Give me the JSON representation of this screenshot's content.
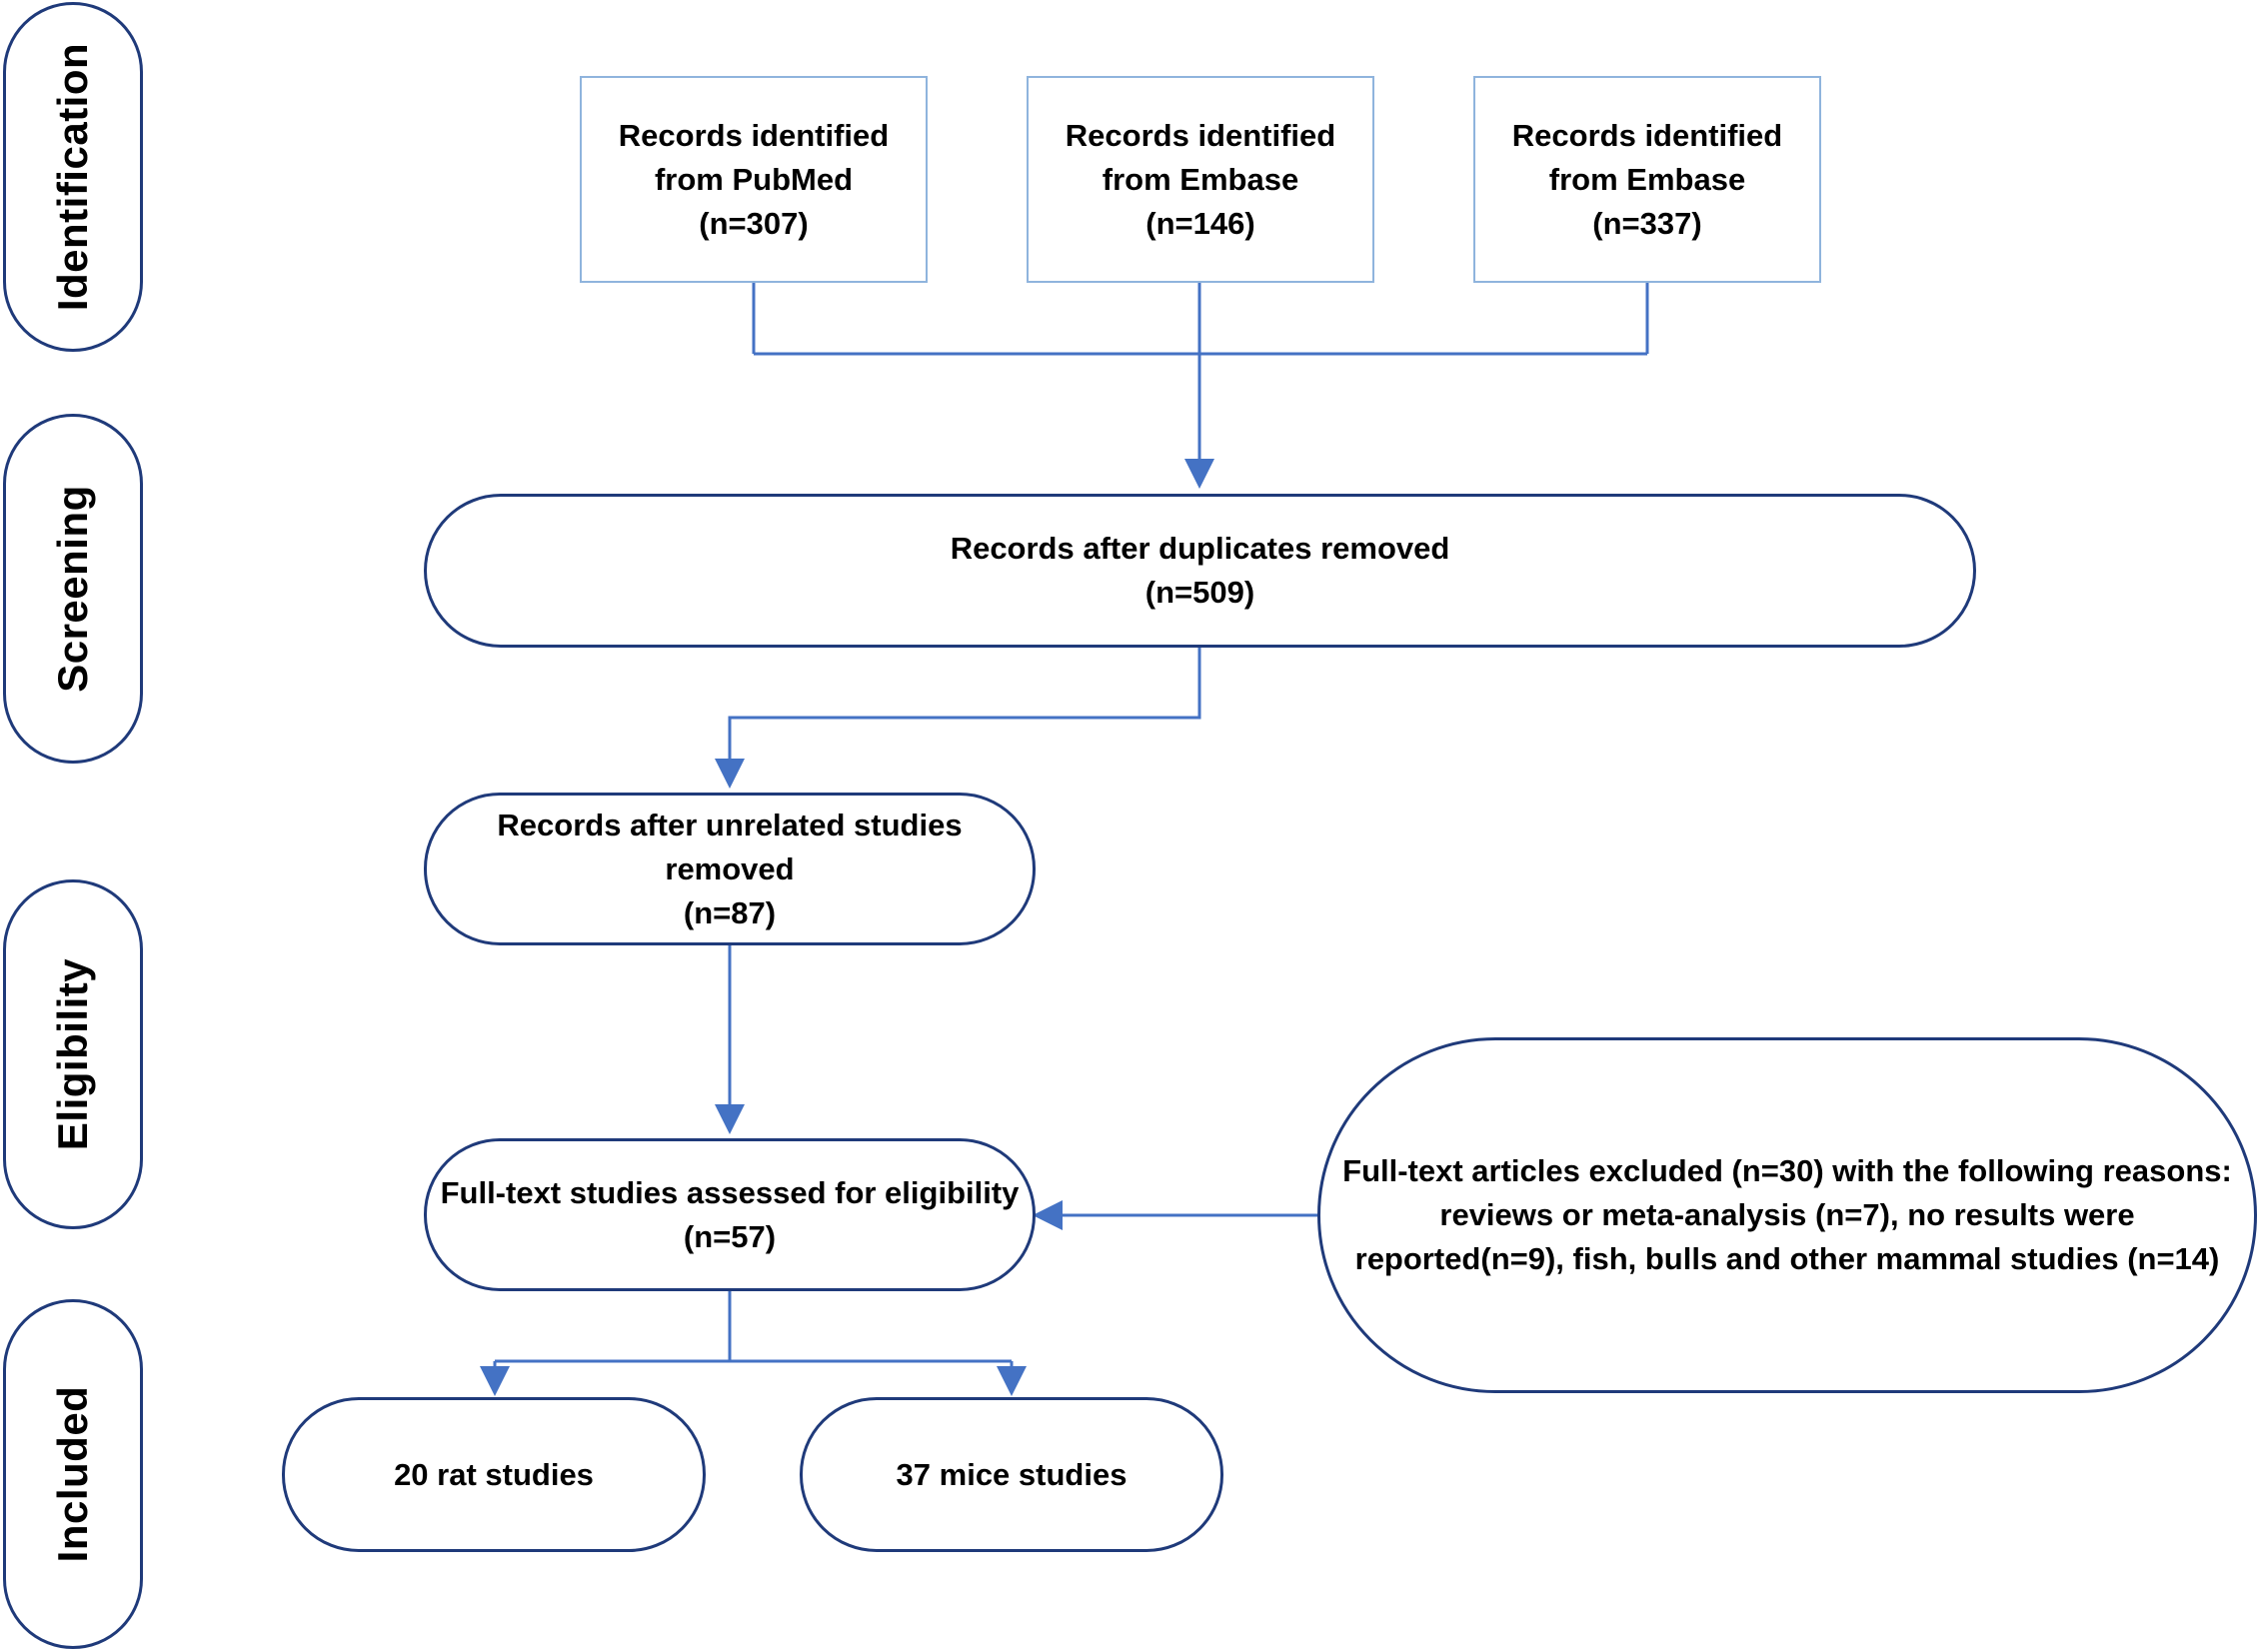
{
  "stages": [
    {
      "id": "identification",
      "label": "Identification"
    },
    {
      "id": "screening",
      "label": "Screening"
    },
    {
      "id": "eligibility",
      "label": "Eligibility"
    },
    {
      "id": "included",
      "label": "Included"
    }
  ],
  "sources": [
    {
      "line1": "Records identified",
      "line2": "from PubMed",
      "count": "(n=307)"
    },
    {
      "line1": "Records identified",
      "line2": "from Embase",
      "count": "(n=146)"
    },
    {
      "line1": "Records identified",
      "line2": "from Embase",
      "count": "(n=337)"
    }
  ],
  "duplicates_removed": {
    "line1": "Records after duplicates removed",
    "count": "(n=509)"
  },
  "unrelated_removed": {
    "line1": "Records after unrelated studies",
    "line2": "removed",
    "count": "(n=87)"
  },
  "full_text_assessed": {
    "line1": "Full-text studies assessed for eligibility",
    "count": "(n=57)"
  },
  "excluded": {
    "line1": "Full-text articles excluded (n=30) with the following reasons:",
    "line2": "reviews or meta-analysis (n=7), no results were",
    "line3": "reported(n=9), fish, bulls and other mammal studies (n=14)"
  },
  "included": [
    {
      "label": "20 rat studies"
    },
    {
      "label": "37 mice studies"
    }
  ],
  "colors": {
    "border_dark": "#1f3a7a",
    "border_light": "#8fb4dd",
    "connector": "#4472c4"
  }
}
